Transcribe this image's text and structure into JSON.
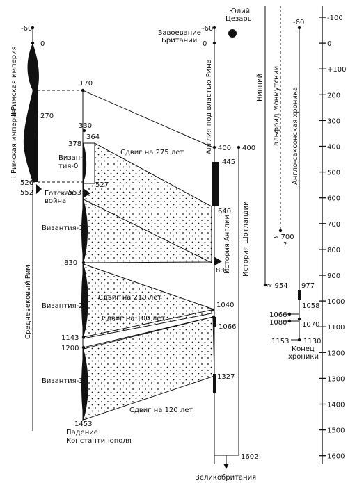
{
  "scale": {
    "ticks": [
      "-100",
      "0",
      "+100",
      "200",
      "300",
      "400",
      "500",
      "600",
      "700",
      "800",
      "900",
      "1000",
      "1100",
      "1200",
      "1300",
      "1400",
      "1500",
      "1600"
    ]
  },
  "left": {
    "roman2": "II Римская империя",
    "roman3": "III Римская империя",
    "medieval_rome": "Средневековый Рим",
    "gothic_war": [
      "Готская",
      "война"
    ],
    "vals": {
      "m60": "-60",
      "zero": "0",
      "v270": "270",
      "v526": "526",
      "v552": "552"
    }
  },
  "byz": {
    "v170": "170",
    "v330": "330",
    "v378": "378",
    "v364": "364",
    "v527": "527",
    "v553": "553",
    "v830": "830",
    "v1143": "1143",
    "v1200": "1200",
    "v1453": "1453",
    "byz0": [
      "Визан-",
      "тия-0"
    ],
    "byz1": "Византия-1",
    "byz2": "Византия-2",
    "byz3": "Византия-3",
    "fall": [
      "Падение",
      "Константинополя"
    ]
  },
  "shifts": {
    "s275": "Сдвиг на 275 лет",
    "s210": "Сдвиг на 210 лет",
    "s100": "Сдвиг на 100 лет",
    "s120": "Сдвиг на 120 лет"
  },
  "england": {
    "conquest": [
      "Завоевание",
      "Британии"
    ],
    "caesar": [
      "Юлий",
      "Цезарь"
    ],
    "roman_england": "Англия под властью Рима",
    "history_england": "История Англии",
    "history_scotland": "История Шотландии",
    "great_britain": "Великобритания",
    "vals": {
      "m60": "-60",
      "zero": "0",
      "v400": "400",
      "v445": "445",
      "v640": "640",
      "v830": "830",
      "v1040": "1040",
      "v1066": "1066",
      "v1327": "1327",
      "v1602": "1602",
      "s400": "400"
    }
  },
  "chronicles": {
    "nennius": "Нинний",
    "geoffrey": "Гальфрид Монмутский",
    "anglo_saxon": "Англо-саксонская хроника",
    "v954": "≈ 954",
    "v700": "≈ 700",
    "q": "?",
    "m60": "-60",
    "v977": "977",
    "v1058": "1058",
    "v1066": "1066",
    "v1070": "1070",
    "v1080": "1080",
    "v1130": "1130",
    "v1153": "1153",
    "end": [
      "Конец",
      "хроники"
    ]
  }
}
